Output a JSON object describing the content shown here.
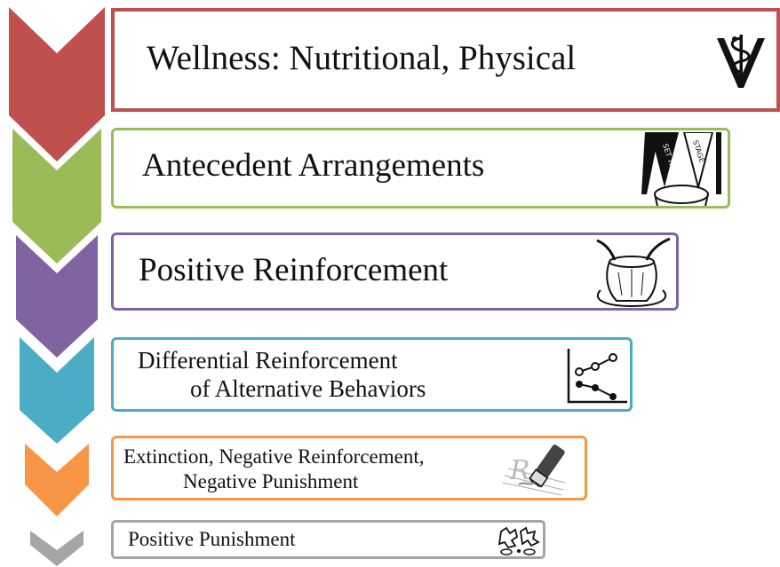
{
  "colors": {
    "red": "#C0504D",
    "green": "#9BBB59",
    "purple": "#8064A2",
    "teal": "#4BACC6",
    "orange": "#F79646",
    "gray": "#A5A5A5"
  },
  "levels": [
    {
      "line1": "Wellness: Nutritional, Physical",
      "line2": "",
      "color": "#C0504D",
      "icon": "caduceus-v-icon"
    },
    {
      "line1": "Antecedent Arrangements",
      "line2": "",
      "color": "#9BBB59",
      "icon": "set-the-stage-icon"
    },
    {
      "line1": "Positive Reinforcement",
      "line2": "",
      "color": "#8064A2",
      "icon": "pottery-hands-icon"
    },
    {
      "line1": "Differential Reinforcement",
      "line2": "of Alternative Behaviors",
      "color": "#4BACC6",
      "icon": "line-graph-icon"
    },
    {
      "line1": "Extinction, Negative Reinforcement,",
      "line2": "Negative Punishment",
      "color": "#F79646",
      "icon": "eraser-pencil-icon"
    },
    {
      "line1": "Positive Punishment",
      "line2": "",
      "color": "#A5A5A5",
      "icon": "cursing-symbols-icon"
    }
  ],
  "icon_text": {
    "stage_left": "SET THE",
    "stage_right": "STAGE"
  }
}
